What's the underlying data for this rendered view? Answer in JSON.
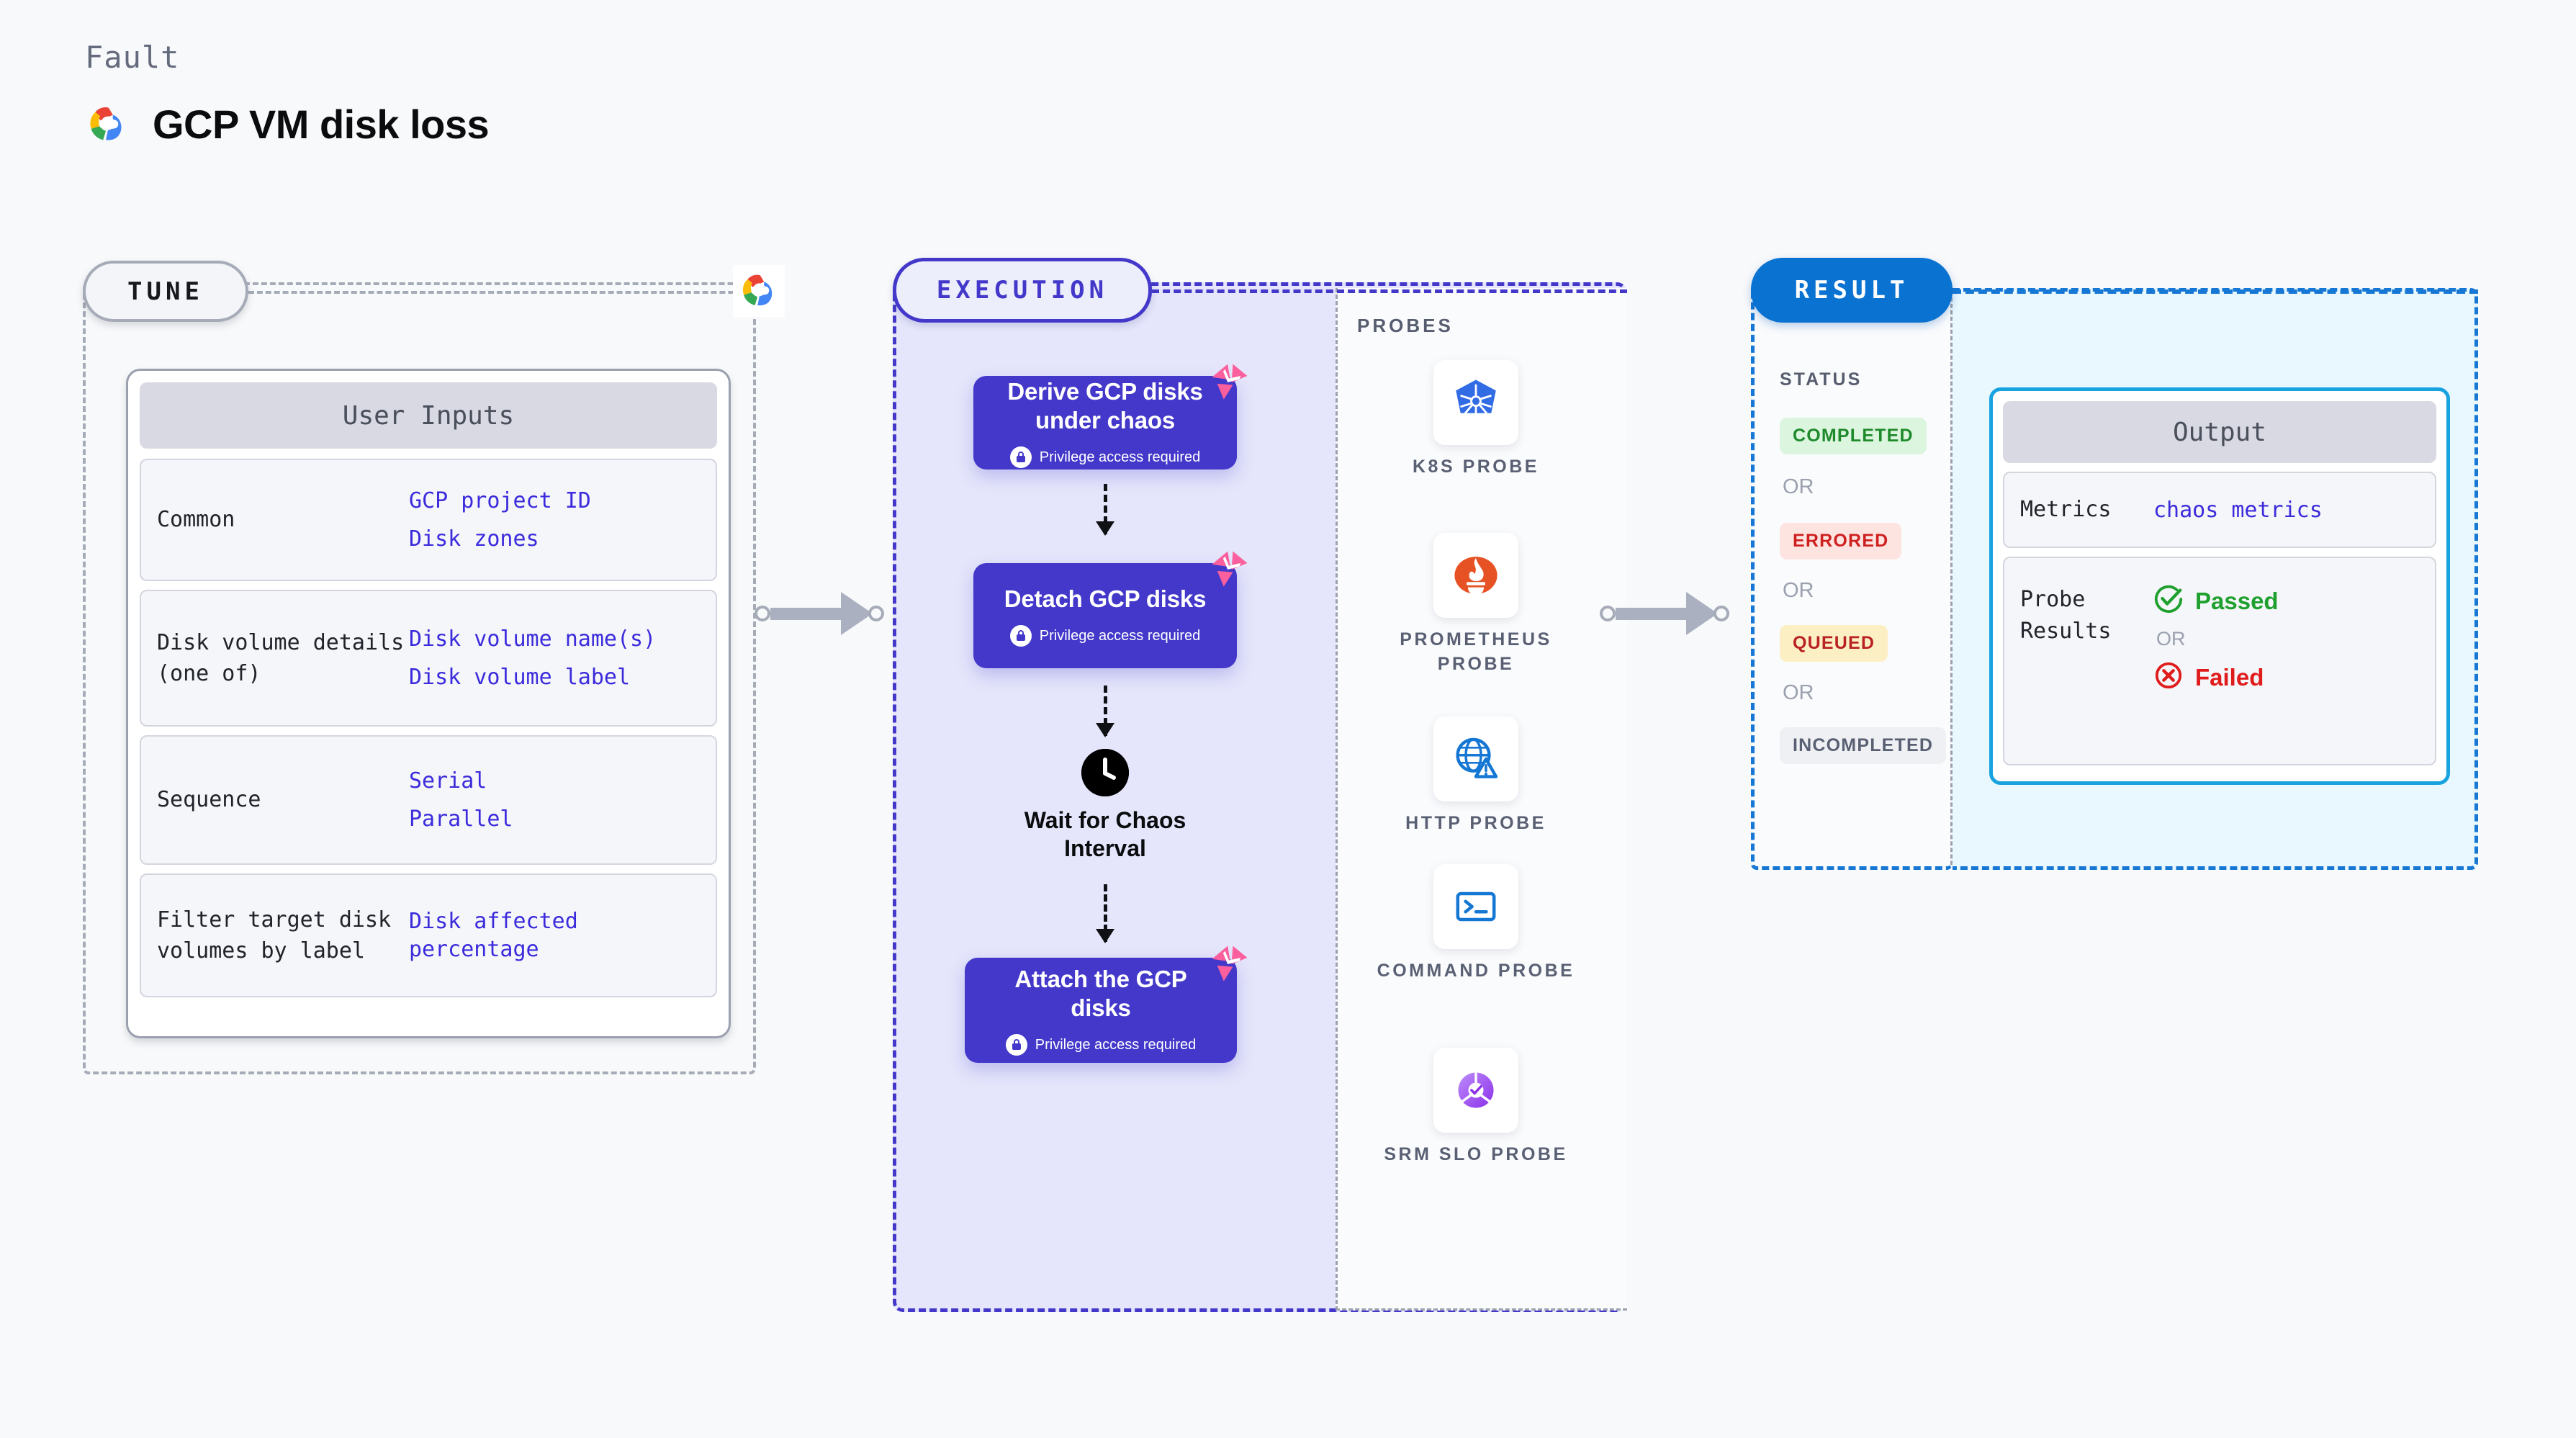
{
  "header": {
    "eyebrow": "Fault",
    "title": "GCP VM disk loss",
    "logo_icon": "gcp-cloud-logo"
  },
  "stages": {
    "tune": {
      "label": "TUNE"
    },
    "execution": {
      "label": "EXECUTION"
    },
    "result": {
      "label": "RESULT"
    }
  },
  "tune": {
    "card_title": "User Inputs",
    "rows": [
      {
        "key": "Common",
        "values": [
          "GCP project ID",
          "Disk zones"
        ]
      },
      {
        "key": "Disk volume details (one of)",
        "values": [
          "Disk volume name(s)",
          "Disk volume label"
        ]
      },
      {
        "key": "Sequence",
        "values": [
          "Serial",
          "Parallel"
        ]
      },
      {
        "key": "Filter target disk volumes by label",
        "values": [
          "Disk affected percentage"
        ]
      }
    ]
  },
  "execution": {
    "privilege_note": "Privilege access required",
    "steps": [
      {
        "title": "Derive GCP disks under chaos",
        "privileged": true,
        "chaos_icon": "litmus-chaos-icon"
      },
      {
        "title": "Detach GCP disks",
        "privileged": true,
        "chaos_icon": "litmus-chaos-icon"
      },
      {
        "title": "Attach the GCP disks",
        "privileged": true,
        "chaos_icon": "litmus-chaos-icon"
      }
    ],
    "wait_node": {
      "label": "Wait for Chaos Interval",
      "icon": "clock-icon"
    }
  },
  "probes": {
    "title": "PROBES",
    "items": [
      {
        "label": "K8S PROBE",
        "icon": "kubernetes-icon"
      },
      {
        "label": "PROMETHEUS PROBE",
        "icon": "prometheus-icon"
      },
      {
        "label": "HTTP PROBE",
        "icon": "http-globe-icon"
      },
      {
        "label": "COMMAND PROBE",
        "icon": "terminal-icon"
      },
      {
        "label": "SRM SLO PROBE",
        "icon": "srm-slo-icon"
      }
    ]
  },
  "result": {
    "status_title": "STATUS",
    "or_label": "OR",
    "statuses": [
      {
        "label": "COMPLETED",
        "bg": "#dcf5de",
        "color": "#1f8a2c"
      },
      {
        "label": "ERRORED",
        "bg": "#fde4e1",
        "color": "#cf2020"
      },
      {
        "label": "QUEUED",
        "bg": "#fcefc4",
        "color": "#b92222"
      },
      {
        "label": "INCOMPLETED",
        "bg": "#eef0f4",
        "color": "#5a6073"
      }
    ]
  },
  "output": {
    "card_title": "Output",
    "metrics_key": "Metrics",
    "metrics_value": "chaos metrics",
    "probe_results_key": "Probe Results",
    "passed_label": "Passed",
    "failed_label": "Failed",
    "or_label": "OR",
    "passed_icon": "check-circle-icon",
    "failed_icon": "x-circle-icon"
  },
  "colors": {
    "tune_border": "#a6abb8",
    "execution_border": "#4338ca",
    "execution_fill": "#e5e6fb",
    "result_border": "#1677d4",
    "output_fill": "#e9f8fe",
    "output_card_border": "#18a3e0",
    "step_fill": "#4338ca",
    "value_text": "#3b2bdc",
    "chaos_pink": "#fb5f9d"
  }
}
